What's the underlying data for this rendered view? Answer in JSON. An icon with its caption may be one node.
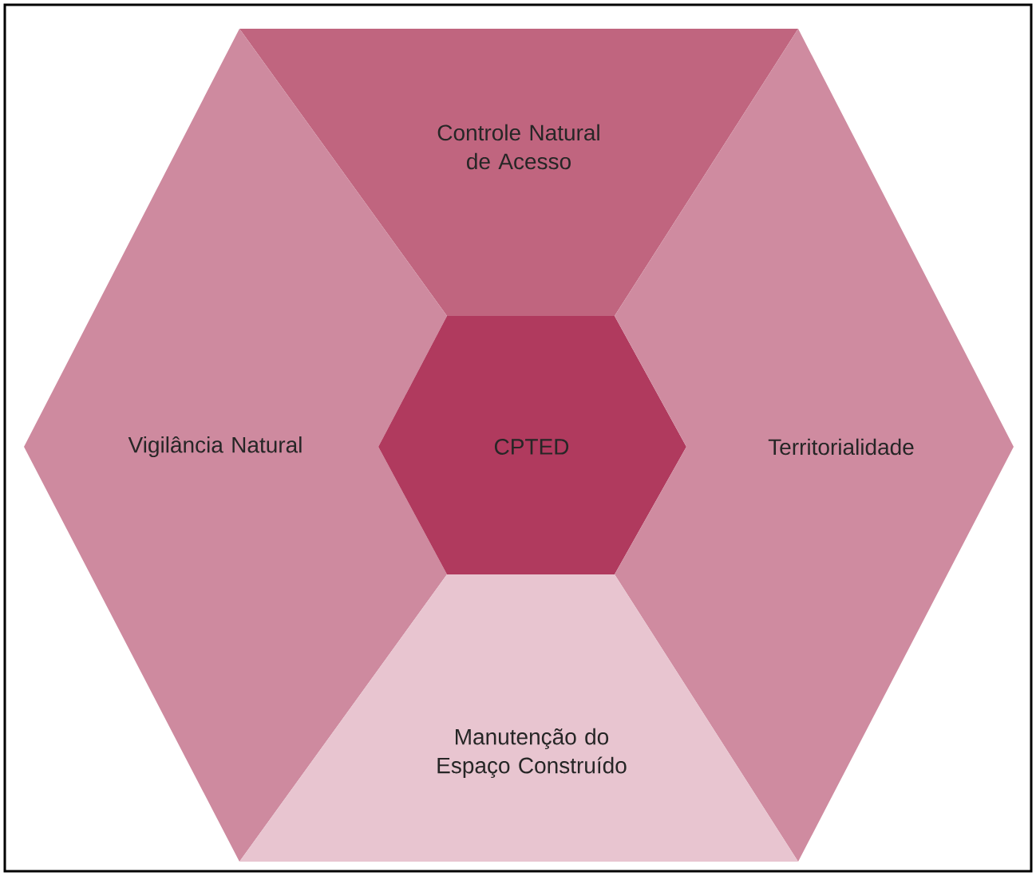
{
  "diagram": {
    "nodes": [
      {
        "text": [
          "Controle Natural de Acesso"
        ]
      },
      {
        "text": [
          "Vigilância Natural"
        ]
      },
      {
        "text": [
          "CPTED"
        ]
      },
      {
        "text": [
          "Territorialidade"
        ]
      },
      {
        "text": [
          "Manutenção do Espaço Construído"
        ]
      }
    ]
  }
}
